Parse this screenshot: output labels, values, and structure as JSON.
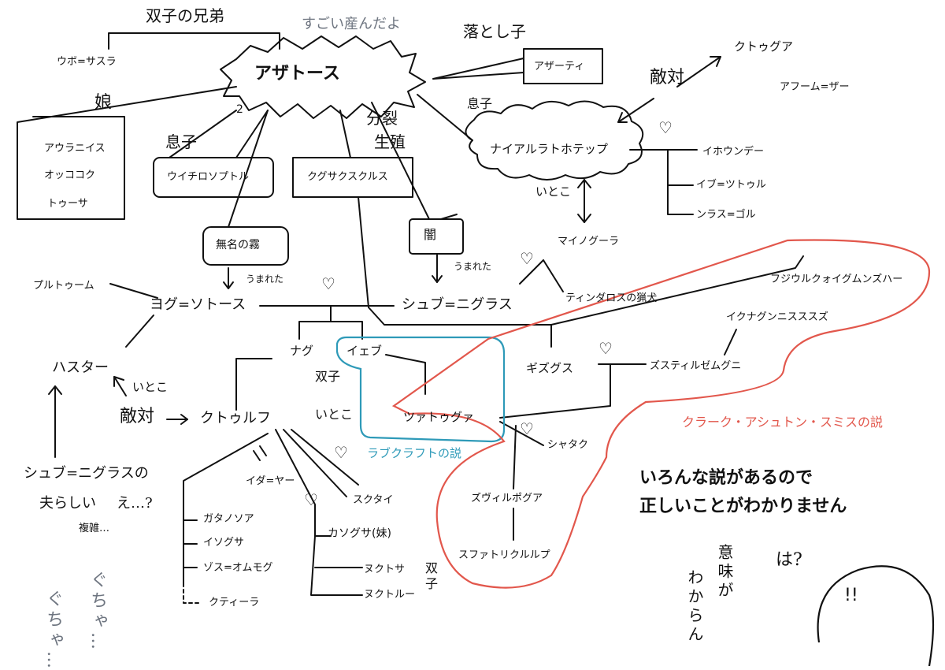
{
  "labels": {
    "twins_brothers": "双子の兄弟",
    "great_production": "すごい産んだよ",
    "ubo_sathla": "ウボ=サスラ",
    "azathoth": "アザトース",
    "fallen_child": "落とし子",
    "azathi": "アザーティ",
    "enemy_top": "敵対",
    "cthugha": "クトゥグア",
    "aphoom_zhah": "アフーム=ザー",
    "daughter": "娘",
    "son_left": "息子",
    "son_right": "息子",
    "azathoth_num": "2",
    "daughters": [
      "アウラニイス",
      "オッココク",
      "トゥーサ"
    ],
    "uitchi": "ウイチロソプトル",
    "division": "分裂",
    "reproduction": "生殖",
    "kuguza": "クグサクスクルス",
    "nyarlathotep": "ナイアルラトホテップ",
    "nyar_children": [
      "イホウンデー",
      "イブ=ツトゥル",
      "ンラス=ゴル"
    ],
    "cousin_right": "いとこ",
    "darkness": "闇",
    "nameless_mist": "無名の霧",
    "born_left": "うまれた",
    "born_right": "うまれた",
    "mynoghra": "マイノグーラ",
    "tindalos": "ティンダロスの猟犬",
    "pluto": "プルトゥーム",
    "yog_sothoth": "ヨグ=ソトース",
    "shub_niggurath": "シュブ=ニグラス",
    "zhothaqquah_list": [
      "フジウルクォイグムンズハー",
      "イクナグンニスススズ"
    ],
    "hastur": "ハスター",
    "nug": "ナグ",
    "yeb": "イェブ",
    "twins_mid": "双子",
    "cousin_mid": "いとこ",
    "ghisguth": "ギズグス",
    "zstylzhemgni": "ズスティルゼムグニ",
    "cousin_left": "いとこ",
    "enemy_left": "敵対",
    "cthulhu": "クトゥルフ",
    "tsathoggua": "ツァトゥグァ",
    "lovecraft_theory": "ラブクラフトの説",
    "smith_theory": "クラーク・アシュトン・スミスの説",
    "shathak": "シャタク",
    "shub_note": "シュブ=ニグラスの",
    "seems_note": "夫らしい",
    "eh_note": "え…?",
    "complex_note": "複雑…",
    "ydheem": "イダ=ヤー",
    "cthulhu_children": [
      "ガタノソア",
      "イソグサ",
      "ゾス=オムモグ",
      "クティーラ"
    ],
    "sukutai": "スクタイ",
    "kasogusa": "カソグサ(妹)",
    "nuktosa": "ヌクトサ",
    "nuktulu": "ヌクトルー",
    "twins_bottom": "双子",
    "zvilpogghua": "ズヴィルポグア",
    "sfatlicllp": "スファトリクルルプ",
    "many_theories": "いろんな説があるので",
    "dont_know": "正しいことがわかりません",
    "huh": "は?",
    "meaning": "意味が",
    "dont_understand": "わからん",
    "messy_1": "ぐちゃ…",
    "messy_2": "ぐちゃ…",
    "face": "!!"
  },
  "colors": {
    "ink": "#111111",
    "note_gray": "#6e7580",
    "lovecraft_blue": "#2e9ab8",
    "smith_red": "#e2574c"
  },
  "icons": [
    "heart-icon",
    "arrow-icon",
    "spiky-burst-icon",
    "cloud-icon",
    "face-icon"
  ]
}
